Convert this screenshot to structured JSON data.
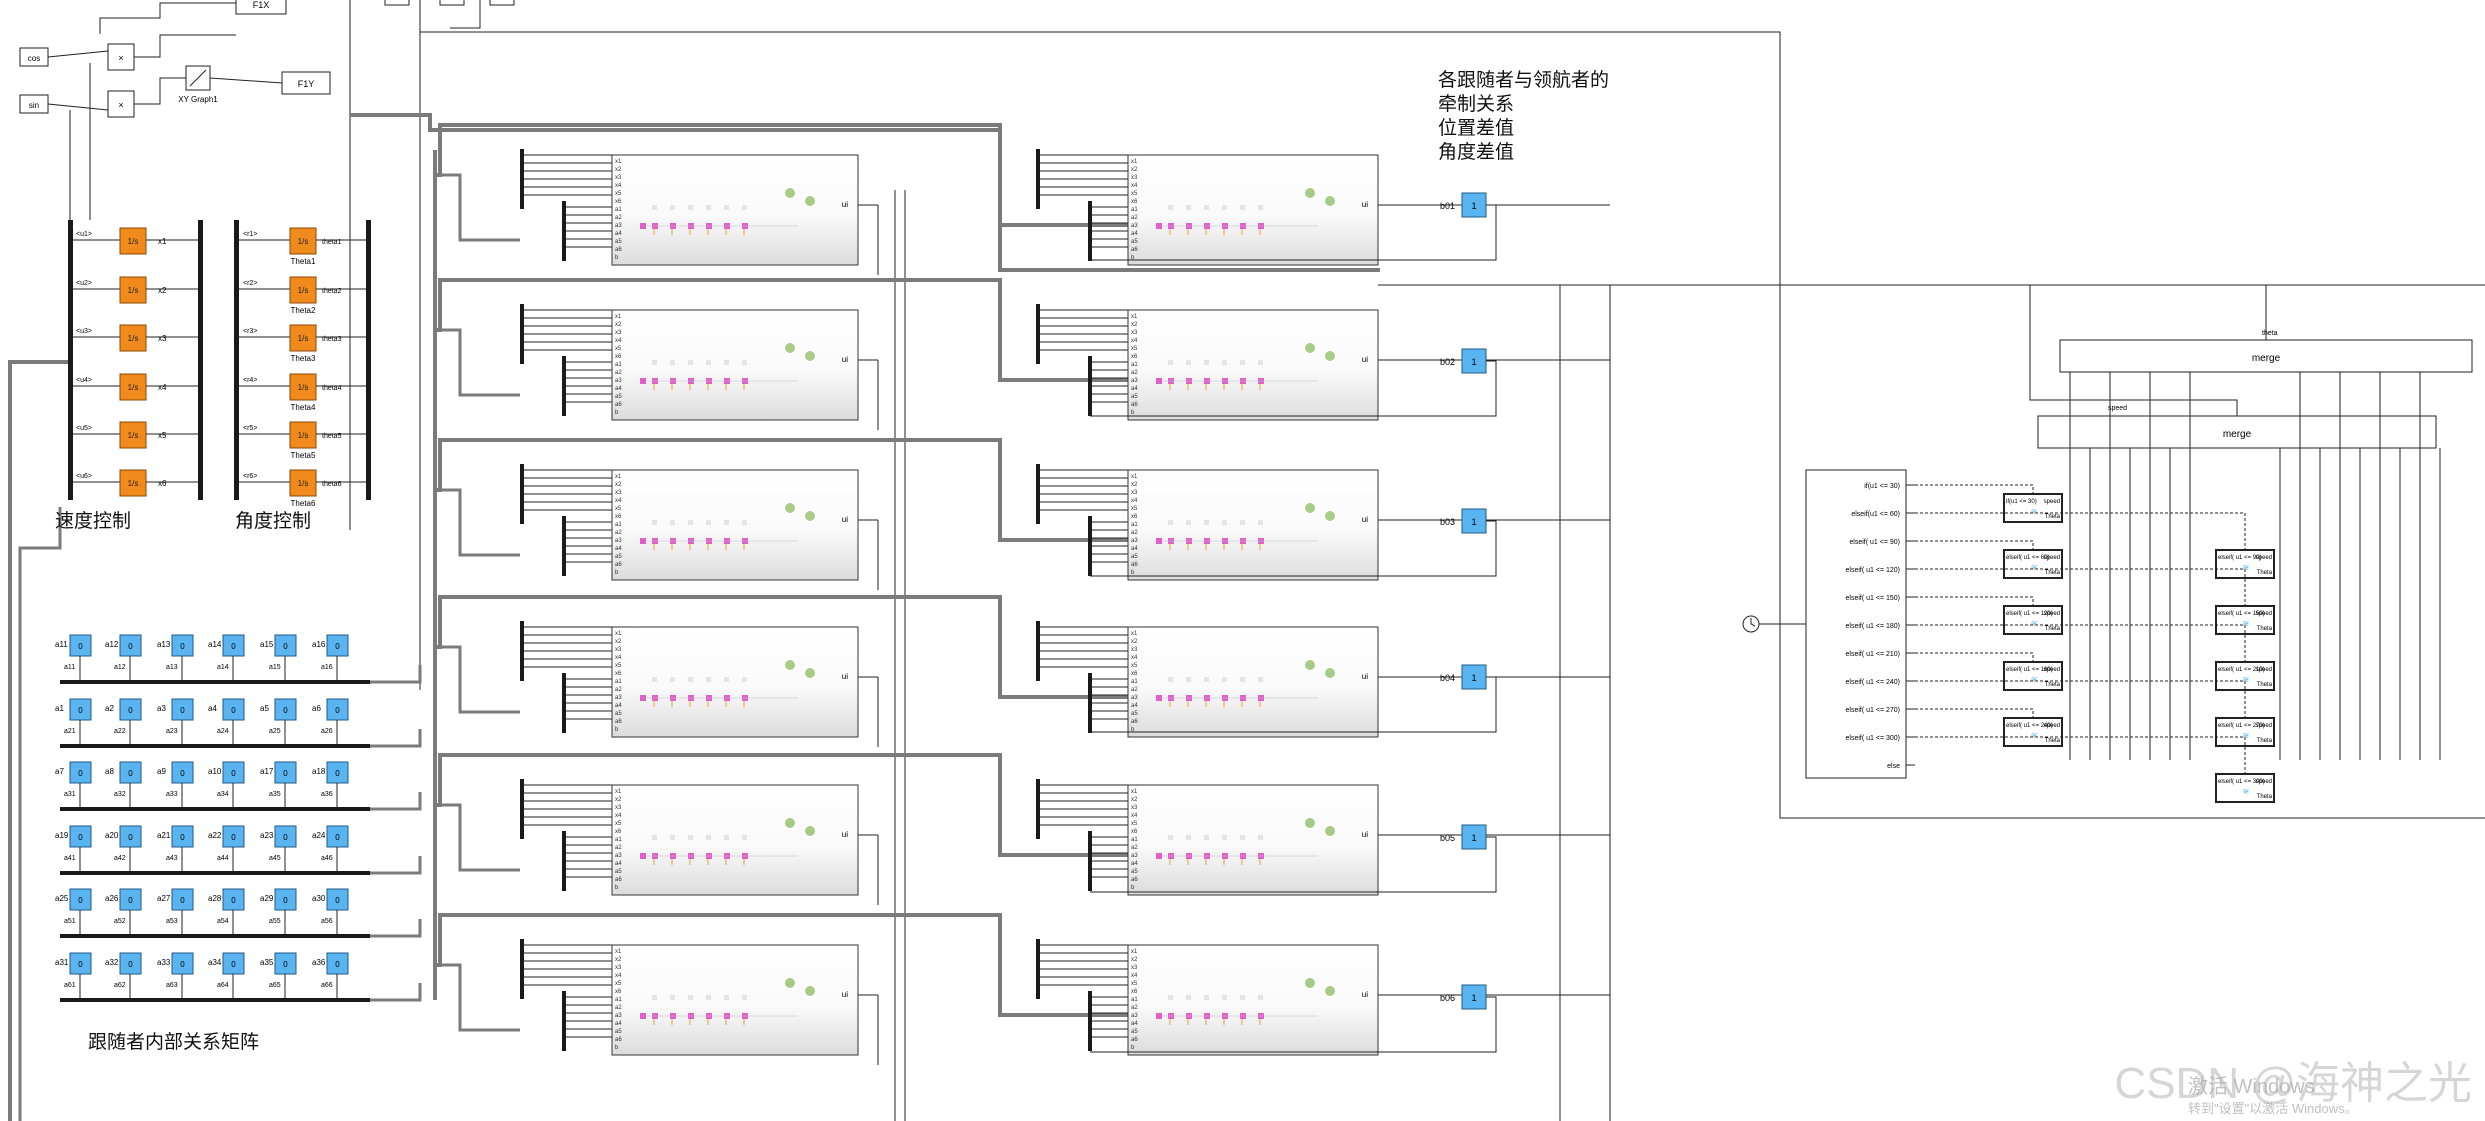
{
  "annotations": {
    "relation_title_lines": [
      "各跟随者与领航者的",
      "牵制关系",
      "位置差值",
      "角度差值"
    ],
    "speed_control": "速度控制",
    "angle_control": "角度控制",
    "internal_matrix": "跟随者内部关系矩阵"
  },
  "top_blocks": {
    "cos": "cos",
    "sin": "sin",
    "product": "×",
    "xy_graph": "XY Graph1",
    "f1x": "F1X",
    "f1y": "F1Y"
  },
  "integrators": {
    "speed_outputs": [
      "x1",
      "x2",
      "x3",
      "x4",
      "x5",
      "x6"
    ],
    "speed_inputs": [
      "<u1>",
      "<u2>",
      "<u3>",
      "<u4>",
      "<u5>",
      "<u6>"
    ],
    "angle_outputs": [
      "theta1",
      "theta2",
      "theta3",
      "theta4",
      "theta5",
      "theta6"
    ],
    "angle_labels": [
      "Theta1",
      "Theta2",
      "Theta3",
      "Theta4",
      "Theta5",
      "Theta6"
    ],
    "angle_inputs": [
      "<r1>",
      "<r2>",
      "<r3>",
      "<r4>",
      "<r5>",
      "<r6>"
    ],
    "block_glyph": "1/s"
  },
  "constants_matrix": {
    "rows": [
      {
        "labels": [
          "a11",
          "a12",
          "a13",
          "a14",
          "a15",
          "a16"
        ],
        "sublabels": [
          "a11",
          "a12",
          "a13",
          "a14",
          "a15",
          "a16"
        ]
      },
      {
        "labels": [
          "a1",
          "a2",
          "a3",
          "a4",
          "a5",
          "a6"
        ],
        "sublabels": [
          "a21",
          "a22",
          "a23",
          "a24",
          "a25",
          "a26"
        ]
      },
      {
        "labels": [
          "a7",
          "a8",
          "a9",
          "a10",
          "a17",
          "a18"
        ],
        "sublabels": [
          "a31",
          "a32",
          "a33",
          "a34",
          "a35",
          "a36"
        ]
      },
      {
        "labels": [
          "a19",
          "a20",
          "a21",
          "a22",
          "a23",
          "a24"
        ],
        "sublabels": [
          "a41",
          "a42",
          "a43",
          "a44",
          "a45",
          "a46"
        ]
      },
      {
        "labels": [
          "a25",
          "a26",
          "a27",
          "a28",
          "a29",
          "a30"
        ],
        "sublabels": [
          "a51",
          "a52",
          "a53",
          "a54",
          "a55",
          "a56"
        ]
      },
      {
        "labels": [
          "a31",
          "a32",
          "a33",
          "a34",
          "a35",
          "a36"
        ],
        "sublabels": [
          "a61",
          "a62",
          "a63",
          "a64",
          "a65",
          "a66"
        ]
      }
    ],
    "value": "0"
  },
  "subsystems": {
    "output_label": "ui",
    "in_ports": [
      "x1",
      "x2",
      "x3",
      "x4",
      "x5",
      "x6",
      "a1",
      "a2",
      "a3",
      "a4",
      "a5",
      "a6",
      "b"
    ]
  },
  "b_constants": {
    "labels": [
      "b01",
      "b02",
      "b03",
      "b04",
      "b05",
      "b06"
    ],
    "value": "1"
  },
  "merge": {
    "top_label": "merge",
    "bottom_label": "merge",
    "theta_label": "theta",
    "speed_label": "speed"
  },
  "if_block": {
    "input_label": "u1",
    "conditions": [
      "if(u1 <= 30)",
      "elseif(u1 <= 60)",
      "elseif( u1 <= 90)",
      "elseif( u1 <= 120)",
      "elseif( u1 <= 150)",
      "elseif( u1 <= 180)",
      "elseif( u1 <= 210)",
      "elseif( u1 <= 240)",
      "elseif( u1 <= 270)",
      "elseif( u1 <= 300)",
      "else"
    ]
  },
  "action_blocks": {
    "first_label": "if(u1 <= 30)",
    "left_labels": [
      "elseif( u1 <= 60)",
      "elseif( u1 <= 120)",
      "elseif( u1 <= 180)",
      "elseif( u1 <= 240)"
    ],
    "right_labels": [
      "elseif( u1 <= 90)",
      "elseif( u1 <= 150)",
      "elseif( u1 <= 210)",
      "elseif( u1 <= 270)",
      "elseif( u1 <= 300)"
    ],
    "out_speed": "speed",
    "out_theta": "Theta"
  },
  "watermark": {
    "brand": "CSDN @海神之光",
    "activation_title": "激活 Windows",
    "activation_sub": "转到\"设置\"以激活 Windows。"
  },
  "colors": {
    "integrator": "#f08a1c",
    "constant": "#5ab4f0",
    "bus": "#1a1a1a",
    "thick_line": "#7b7b7b",
    "pink_node": "#e060c8",
    "green_node": "#a8cc88",
    "line": "#222222"
  }
}
